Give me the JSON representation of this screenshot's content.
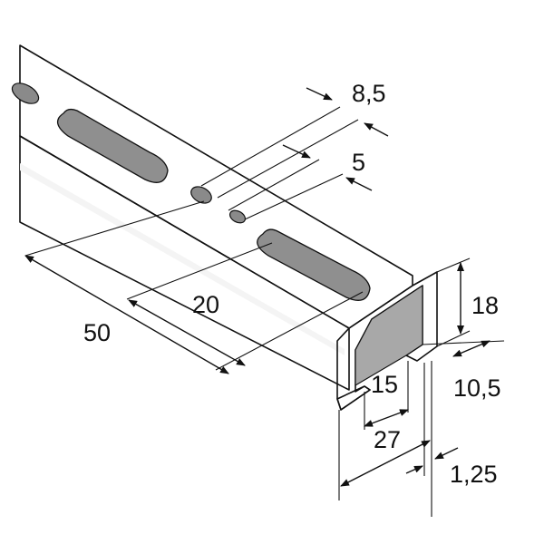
{
  "drawing": {
    "part": "C-profile mounting rail with slotted holes",
    "colors": {
      "metal_top": "#d4d4d4",
      "metal_side": "#c2c2c2",
      "metal_front": "#bdbdbd",
      "highlight": "#f2f2f2",
      "hole_shade": "#8a8a8a",
      "inner_shade": "#a9a9a9",
      "line": "#111111"
    }
  },
  "dimensions": {
    "hole_diameter": "8,5",
    "small_hole_diameter": "5",
    "pitch_50": "50",
    "slot_20": "20",
    "height_18": "18",
    "width_10_5": "10,5",
    "opening_15": "15",
    "width_27": "27",
    "thickness_1_25": "1,25"
  }
}
